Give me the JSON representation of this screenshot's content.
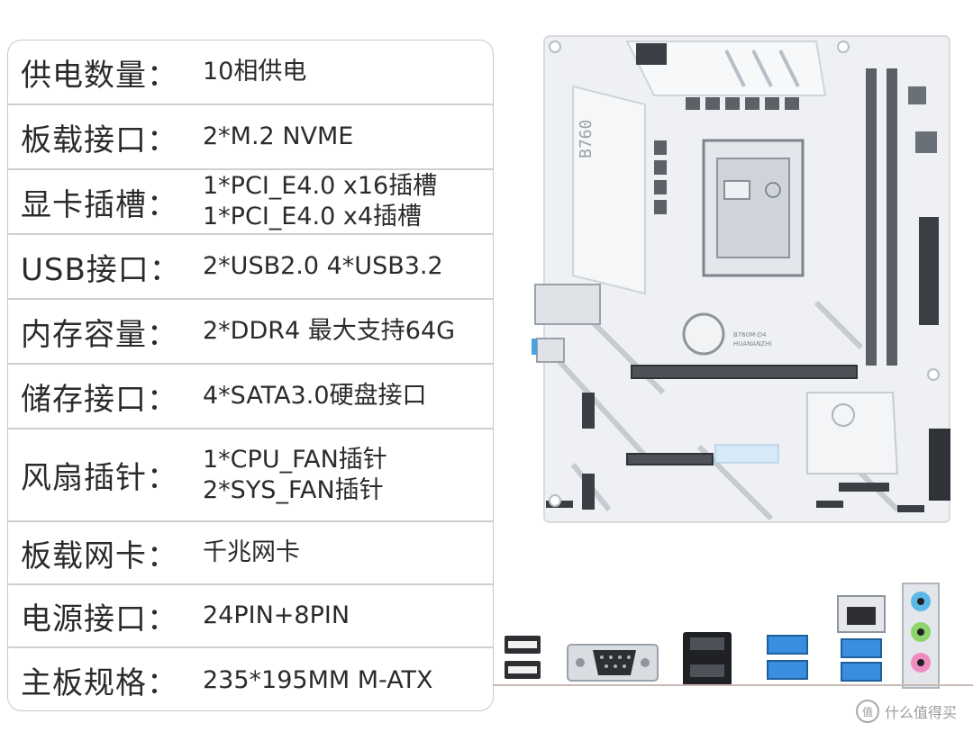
{
  "specs": [
    {
      "label": "供电数量：",
      "values": [
        "10相供电"
      ]
    },
    {
      "label": "板载接口：",
      "values": [
        "2*M.2 NVME"
      ]
    },
    {
      "label": "显卡插槽：",
      "values": [
        "1*PCI_E4.0 x16插槽",
        "1*PCI_E4.0 x4插槽"
      ]
    },
    {
      "label": "USB接口：",
      "values": [
        "2*USB2.0  4*USB3.2"
      ]
    },
    {
      "label": "内存容量：",
      "values": [
        "2*DDR4  最大支持64G"
      ]
    },
    {
      "label": "储存接口：",
      "values": [
        "4*SATA3.0硬盘接口"
      ]
    },
    {
      "label": "风扇插针：",
      "values": [
        "1*CPU_FAN插针",
        "2*SYS_FAN插针"
      ]
    },
    {
      "label": "板载网卡：",
      "values": [
        "千兆网卡"
      ]
    },
    {
      "label": "电源接口：",
      "values": [
        "24PIN+8PIN"
      ]
    },
    {
      "label": "主板规格：",
      "values": [
        "235*195MM M-ATX"
      ]
    }
  ],
  "board": {
    "chipset_print": "B760",
    "model_print": "B760M-D4",
    "brand_print": "HUANANZHI"
  },
  "watermark": {
    "text": "什么值得买",
    "icon": "zhi-logo-icon"
  },
  "colors": {
    "text": "#2b2b2b",
    "border": "#cfcfcf",
    "board": "#eef0f3",
    "accent": "#8e959e"
  }
}
